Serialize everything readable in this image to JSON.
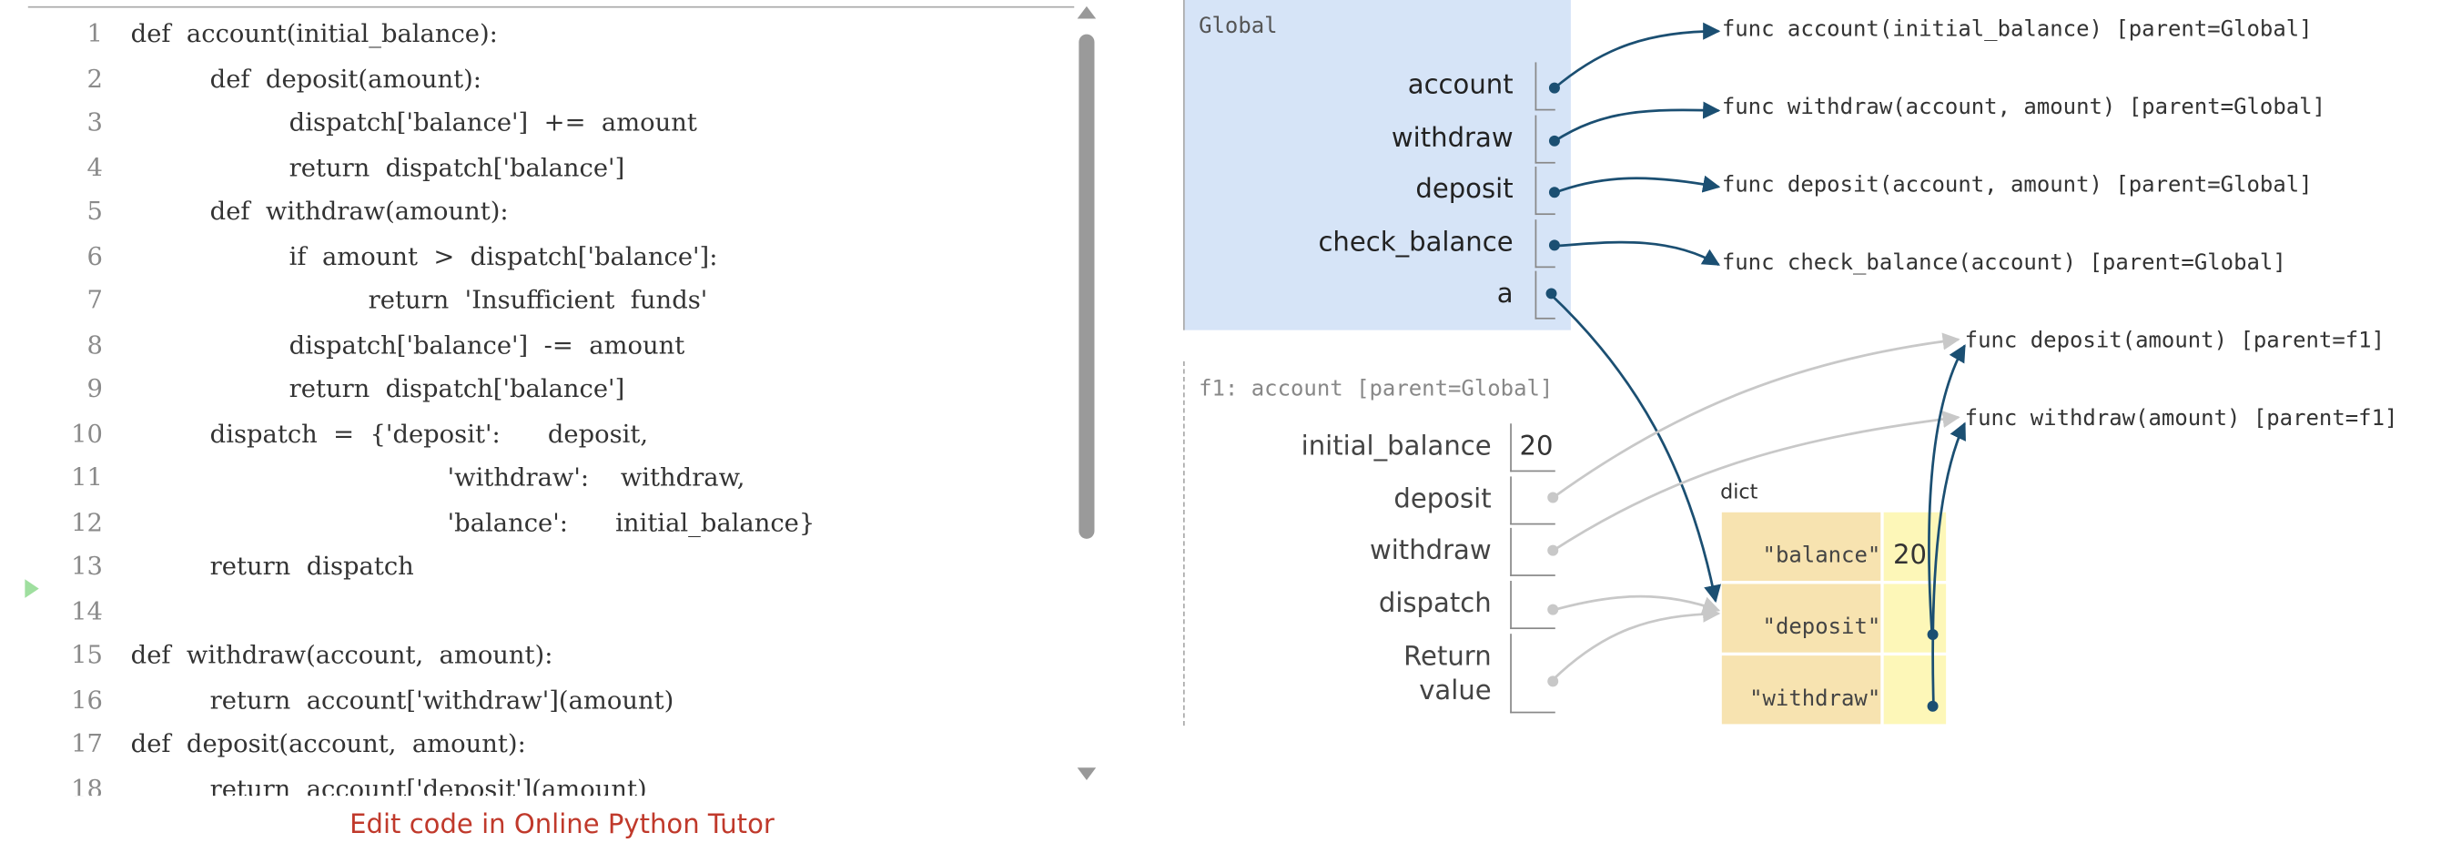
{
  "code": {
    "lines": [
      {
        "no": "1",
        "code": "def  account(initial_balance):"
      },
      {
        "no": "2",
        "code": "          def  deposit(amount):"
      },
      {
        "no": "3",
        "code": "                    dispatch['balance']  +=  amount"
      },
      {
        "no": "4",
        "code": "                    return  dispatch['balance']"
      },
      {
        "no": "5",
        "code": "          def  withdraw(amount):"
      },
      {
        "no": "6",
        "code": "                    if  amount  >  dispatch['balance']:"
      },
      {
        "no": "7",
        "code": "                              return  'Insufficient  funds'"
      },
      {
        "no": "8",
        "code": "                    dispatch['balance']  -=  amount"
      },
      {
        "no": "9",
        "code": "                    return  dispatch['balance']"
      },
      {
        "no": "10",
        "code": "          dispatch  =  {'deposit':      deposit,"
      },
      {
        "no": "11",
        "code": "                                        'withdraw':    withdraw,"
      },
      {
        "no": "12",
        "code": "                                        'balance':      initial_balance}"
      },
      {
        "no": "13",
        "code": "          return  dispatch"
      },
      {
        "no": "14",
        "code": ""
      },
      {
        "no": "15",
        "code": "def  withdraw(account,  amount):"
      },
      {
        "no": "16",
        "code": "          return  account['withdraw'](amount)"
      },
      {
        "no": "17",
        "code": "def  deposit(account,  amount):"
      },
      {
        "no": "18",
        "code": "          return  account['deposit'](amount)"
      }
    ],
    "edit_link": "Edit code in Online Python Tutor"
  },
  "global_frame": {
    "title": "Global",
    "vars": [
      {
        "name": "account"
      },
      {
        "name": "withdraw"
      },
      {
        "name": "deposit"
      },
      {
        "name": "check_balance"
      },
      {
        "name": "a"
      }
    ]
  },
  "f1_frame": {
    "title": "f1: account [parent=Global]",
    "vars": [
      {
        "name": "initial_balance",
        "value": "20"
      },
      {
        "name": "deposit"
      },
      {
        "name": "withdraw"
      },
      {
        "name": "dispatch"
      },
      {
        "name": "Return\nvalue"
      }
    ]
  },
  "functions": [
    "func account(initial_balance) [parent=Global]",
    "func withdraw(account,  amount) [parent=Global]",
    "func deposit(account,  amount) [parent=Global]",
    "func check_balance(account) [parent=Global]",
    "func deposit(amount) [parent=f1]",
    "func withdraw(amount) [parent=f1]"
  ],
  "dict": {
    "type": "dict",
    "entries": [
      {
        "key": "\"balance\"",
        "value": "20"
      },
      {
        "key": "\"deposit\"",
        "value": ""
      },
      {
        "key": "\"withdraw\"",
        "value": ""
      }
    ]
  },
  "colors": {
    "active_arrow": "#1b4f72",
    "inactive_arrow": "#c8c8c8",
    "global_frame_bg": "#d6e4f7",
    "dict_key_bg": "#f7e3b0",
    "dict_value_bg": "#fdf7b8",
    "edit_link": "#c0392b",
    "current_line_marker": "#9fdf9f"
  }
}
